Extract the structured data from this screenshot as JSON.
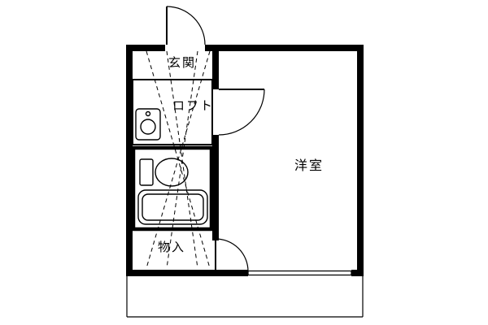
{
  "plan": {
    "type": "floor-plan",
    "labels": {
      "entrance": "玄関",
      "loft": "ロフト",
      "western_room": "洋室",
      "storage": "物入"
    },
    "colors": {
      "line": "#000000",
      "background": "#ffffff"
    }
  }
}
